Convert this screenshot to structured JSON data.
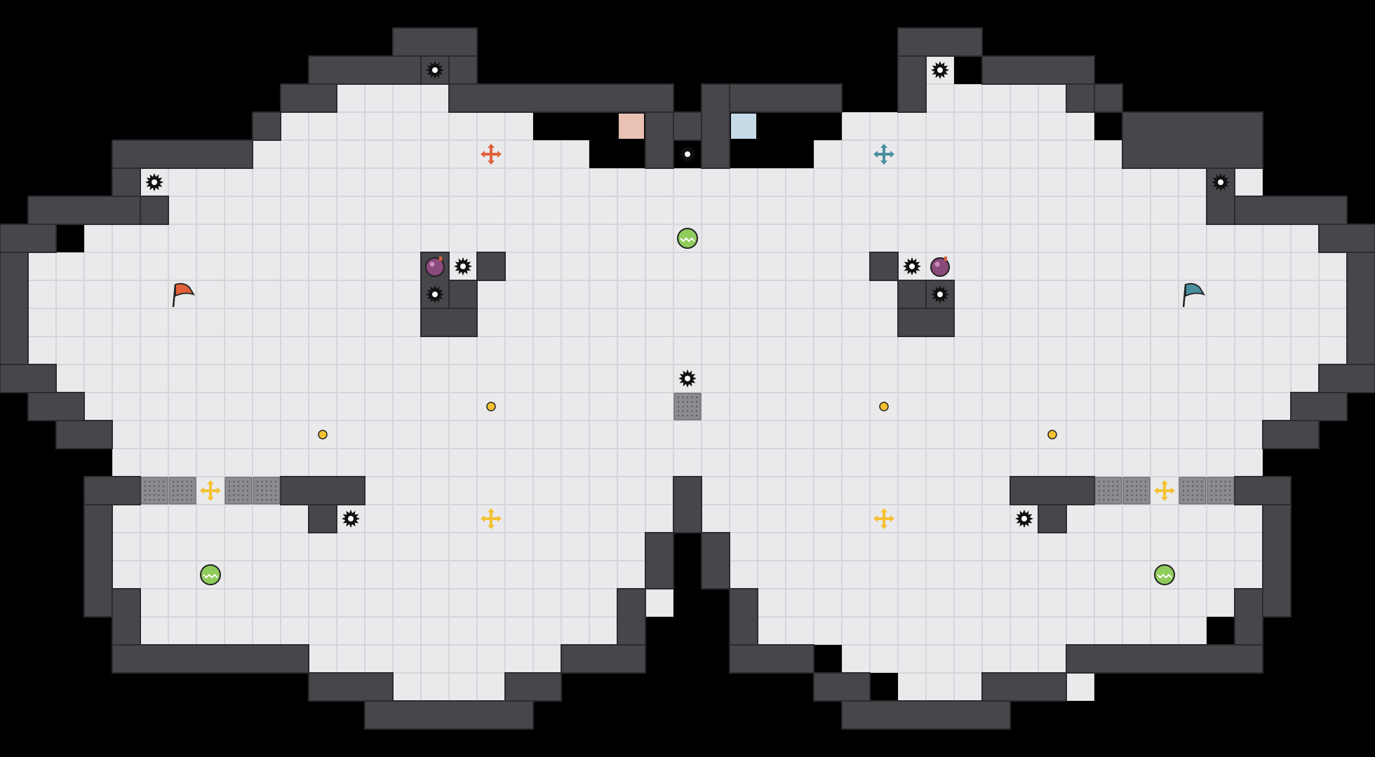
{
  "map": {
    "cols": 49,
    "rows": 27,
    "colors": {
      "background": "#000000",
      "floor": "#eaeaec",
      "floor_grid": "#d6d6da",
      "wall": "#46464b",
      "wall_edge": "#2c2c30",
      "boost_pad": "#8c8c90",
      "boost_dot": "#5a5a5e",
      "spike": "#111111",
      "red": "#e0623a",
      "blue": "#4a8fa0",
      "yellow": "#f4c232",
      "green": "#8fcc5c",
      "red_base": "#e9c2b4",
      "blue_base": "#c6dbe8",
      "bomb": "#8a4a7a"
    },
    "floor_mask": [
      "0000000000000000000000000000000000000000000000000",
      "0000000000000000000000000000000000000000000000000",
      "000000000000000100000000000000000100000000000000",
      "000000000001111100000000000000000111110000000000",
      "000000000011111111100000000000111111111000000000",
      "000000000111111111111000000001111111111100000000",
      "000001111111111111111111111111111111111111111000",
      "000001111111111111111111111111111111111111111000",
      "000111111111111111111111111111111111111111111110",
      "011111111111111111111111111111111111111111111111",
      "011111111111111111111111111111111111111111111111",
      "011111111111111111111111111111111111111111111111",
      "011111111111111111111111111111111111111111111111",
      "001111111111111111111111111111111111111111111110",
      "000111111111111111111111111111111111111111111100",
      "000111111111111111111111111111111111111111111100",
      "000011111111111111111111111111111111111111111000",
      "000011111111111111111111111111111111111111111000",
      "000011111111111111111111011111111111111111111000",
      "000011111111111111111111011111111111111111111000",
      "000011111111111111111111001111111111111111111000",
      "000011111111111111111111001111111111111111111000",
      "000001111111111111111110000111111111111111100000",
      "000000000001111111111000000000111111111100000000",
      "000000000000011111110000000000001111111000000000",
      "0000000000000000000000000000000000000000000000000",
      "0000000000000000000000000000000000000000000000000"
    ],
    "walls": [
      [
        14,
        1,
        3,
        1
      ],
      [
        16,
        2,
        1,
        1
      ],
      [
        15,
        2,
        1,
        1
      ],
      [
        11,
        2,
        4,
        1
      ],
      [
        10,
        3,
        2,
        1
      ],
      [
        9,
        4,
        1,
        1
      ],
      [
        4,
        5,
        5,
        1
      ],
      [
        4,
        6,
        1,
        1
      ],
      [
        4,
        7,
        2,
        1
      ],
      [
        1,
        7,
        4,
        1
      ],
      [
        0,
        8,
        2,
        1
      ],
      [
        0,
        9,
        1,
        4
      ],
      [
        0,
        13,
        2,
        1
      ],
      [
        1,
        14,
        2,
        1
      ],
      [
        2,
        15,
        2,
        1
      ],
      [
        16,
        3,
        8,
        1
      ],
      [
        23,
        4,
        1,
        2
      ],
      [
        24,
        4,
        2,
        1
      ],
      [
        25,
        3,
        1,
        3
      ],
      [
        26,
        3,
        4,
        1
      ],
      [
        32,
        1,
        3,
        1
      ],
      [
        32,
        2,
        1,
        2
      ],
      [
        35,
        2,
        4,
        1
      ],
      [
        38,
        3,
        1,
        1
      ],
      [
        39,
        3,
        1,
        1
      ],
      [
        40,
        4,
        5,
        2
      ],
      [
        43,
        6,
        1,
        2
      ],
      [
        44,
        7,
        4,
        1
      ],
      [
        47,
        8,
        2,
        1
      ],
      [
        48,
        9,
        1,
        4
      ],
      [
        47,
        13,
        2,
        1
      ],
      [
        46,
        14,
        2,
        1
      ],
      [
        45,
        15,
        2,
        1
      ],
      [
        15,
        9,
        1,
        2
      ],
      [
        16,
        10,
        1,
        1
      ],
      [
        17,
        9,
        1,
        1
      ],
      [
        15,
        11,
        2,
        1
      ],
      [
        31,
        9,
        1,
        1
      ],
      [
        32,
        10,
        1,
        1
      ],
      [
        32,
        11,
        2,
        1
      ],
      [
        33,
        10,
        1,
        1
      ],
      [
        10,
        17,
        3,
        1
      ],
      [
        11,
        18,
        1,
        1
      ],
      [
        36,
        17,
        3,
        1
      ],
      [
        37,
        18,
        1,
        1
      ],
      [
        3,
        17,
        2,
        1
      ],
      [
        3,
        18,
        1,
        4
      ],
      [
        4,
        21,
        1,
        2
      ],
      [
        4,
        23,
        7,
        1
      ],
      [
        11,
        24,
        3,
        1
      ],
      [
        13,
        25,
        6,
        1
      ],
      [
        18,
        24,
        2,
        1
      ],
      [
        20,
        23,
        3,
        1
      ],
      [
        22,
        21,
        1,
        2
      ],
      [
        23,
        19,
        1,
        2
      ],
      [
        24,
        17,
        1,
        2
      ],
      [
        25,
        19,
        1,
        2
      ],
      [
        26,
        21,
        1,
        2
      ],
      [
        26,
        23,
        3,
        1
      ],
      [
        29,
        24,
        2,
        1
      ],
      [
        30,
        25,
        6,
        1
      ],
      [
        35,
        24,
        3,
        1
      ],
      [
        38,
        23,
        7,
        1
      ],
      [
        44,
        21,
        1,
        2
      ],
      [
        45,
        18,
        1,
        4
      ],
      [
        44,
        17,
        2,
        1
      ]
    ],
    "base_red_tile": [
      22,
      4
    ],
    "base_blue_tile": [
      26,
      4
    ],
    "boost_tiles": [
      [
        5,
        17
      ],
      [
        6,
        17
      ],
      [
        8,
        17
      ],
      [
        9,
        17
      ],
      [
        24,
        14
      ],
      [
        39,
        17
      ],
      [
        40,
        17
      ],
      [
        42,
        17
      ],
      [
        43,
        17
      ]
    ],
    "spikes": [
      [
        15,
        2
      ],
      [
        24,
        5
      ],
      [
        5,
        6
      ],
      [
        16,
        9
      ],
      [
        15,
        10
      ],
      [
        24,
        13
      ],
      [
        12,
        18
      ],
      [
        33,
        2
      ],
      [
        43,
        6
      ],
      [
        32,
        9
      ],
      [
        33,
        10
      ],
      [
        36,
        18
      ]
    ],
    "flags": [
      {
        "team": "red",
        "tile": [
          6,
          10
        ]
      },
      {
        "team": "blue",
        "tile": [
          42,
          10
        ]
      }
    ],
    "powerups": [
      [
        24,
        8
      ],
      [
        7,
        20
      ],
      [
        41,
        20
      ]
    ],
    "bombs": [
      [
        15,
        9
      ],
      [
        33,
        9
      ]
    ],
    "coins": [
      [
        17,
        14
      ],
      [
        11,
        15
      ],
      [
        31,
        14
      ],
      [
        37,
        15
      ]
    ],
    "spawn_markers": [
      {
        "team": "red",
        "tile": [
          17,
          5
        ]
      },
      {
        "team": "blue",
        "tile": [
          31,
          5
        ]
      },
      {
        "team": "yellow",
        "tile": [
          7,
          17
        ]
      },
      {
        "team": "yellow",
        "tile": [
          17,
          18
        ]
      },
      {
        "team": "yellow",
        "tile": [
          31,
          18
        ]
      },
      {
        "team": "yellow",
        "tile": [
          41,
          17
        ]
      }
    ]
  }
}
